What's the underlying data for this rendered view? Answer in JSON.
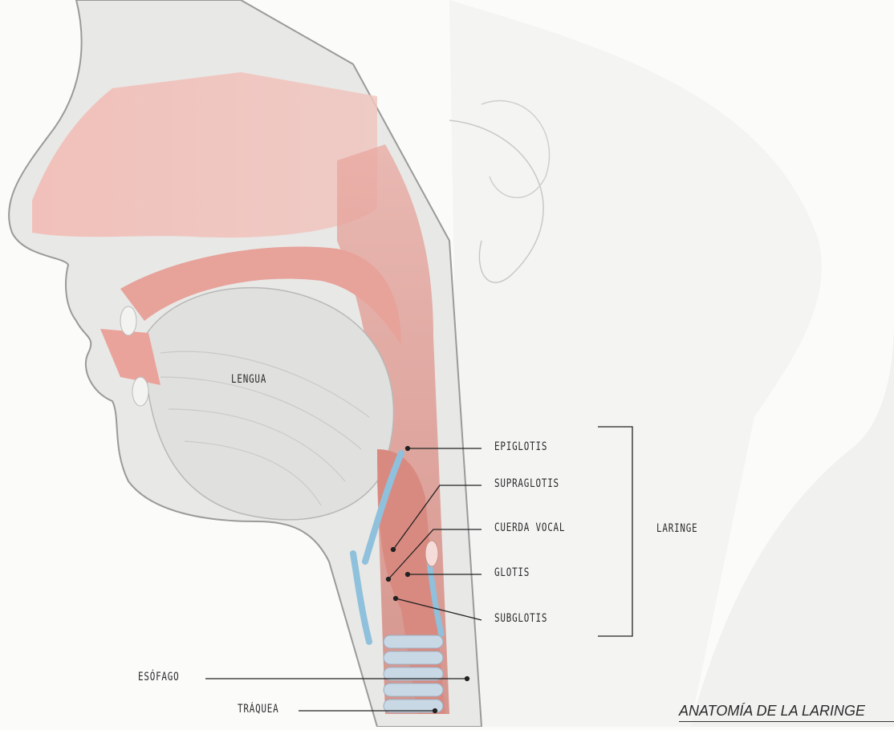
{
  "diagram": {
    "title": "ANATOMÍA DE LA LARINGE",
    "labels": {
      "tongue": "LENGUA",
      "epiglottis": "EPIGLOTIS",
      "supraglottis": "SUPRAGLOTIS",
      "vocal_cord": "CUERDA VOCAL",
      "glottis": "GLOTIS",
      "subglottis": "SUBGLOTIS",
      "larynx": "LARINGE",
      "esophagus": "ESÓFAGO",
      "trachea": "TRÁQUEA"
    }
  }
}
